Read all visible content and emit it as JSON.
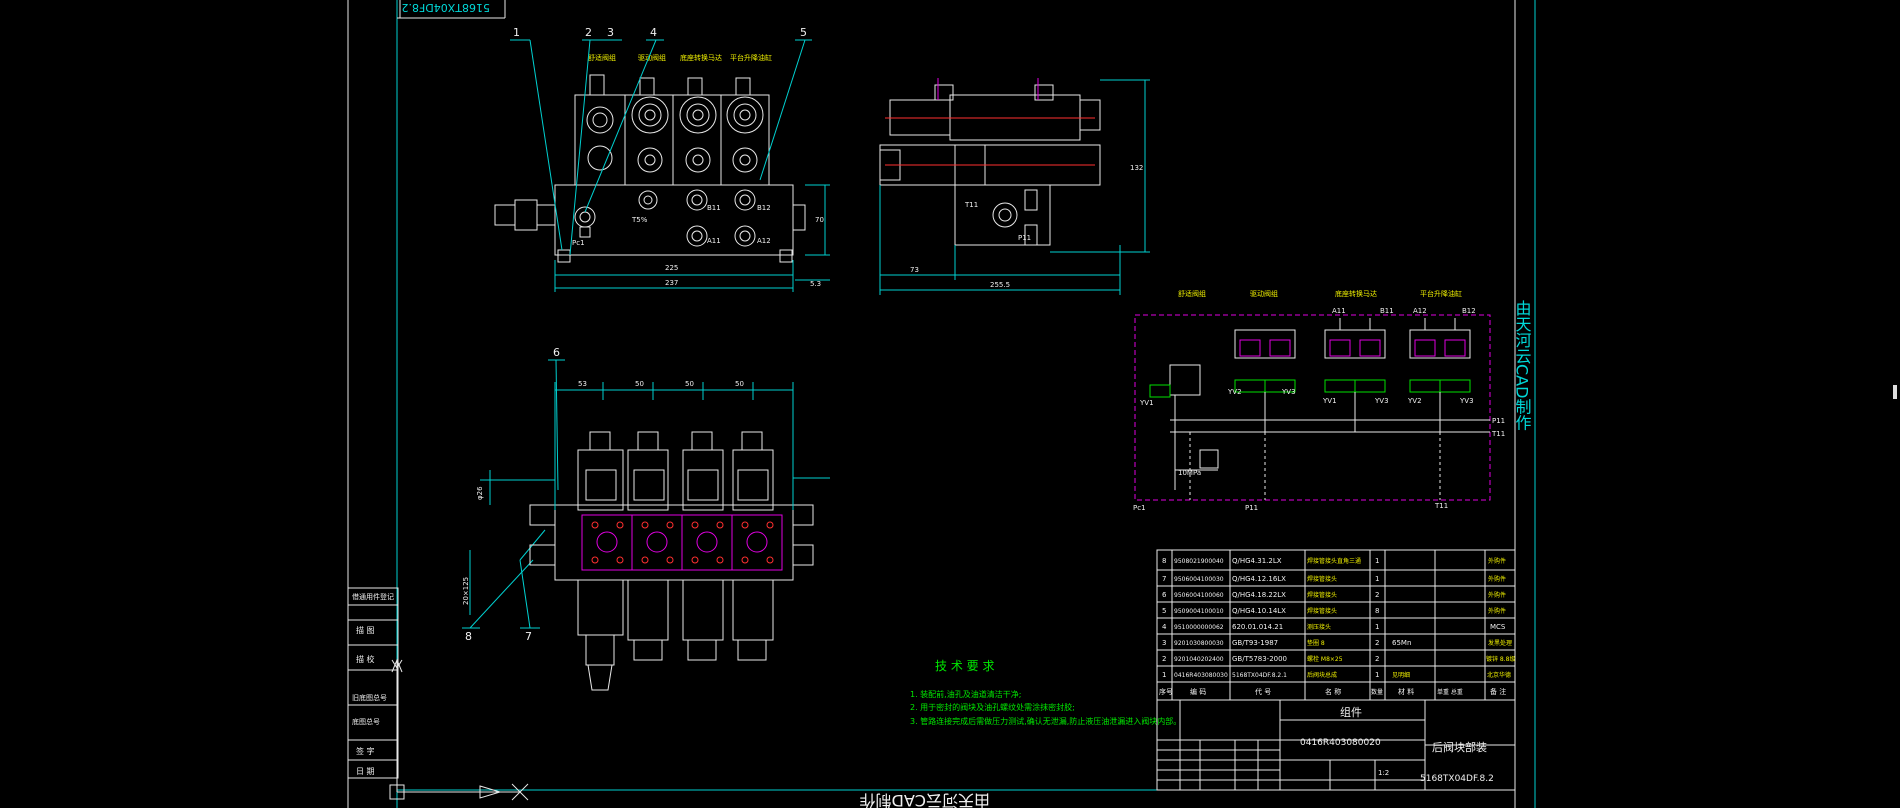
{
  "title_block": {
    "top_tab": "5168TX04DF8.2",
    "right_watermark": "由天河云CAD制作",
    "bottom_watermark": "由天河云CAD制作",
    "component": "组件",
    "drawing_name": "后阀块部装",
    "drawing_no": "5168TX04DF.8.2",
    "code": "0416R403080020",
    "scale": "1:2"
  },
  "left_stamp": {
    "rows": [
      "借通用件登记",
      "描 图",
      "描 校",
      "旧底图总号",
      "底图总号",
      "签 字",
      "日 期"
    ]
  },
  "balloons": [
    "1",
    "2",
    "3",
    "4",
    "5",
    "6",
    "7",
    "8"
  ],
  "front_view": {
    "coil_labels": [
      "舒适阀组",
      "驱动阀组",
      "底座转换马达",
      "平台升降油缸"
    ],
    "port_labels": [
      "Pc1",
      "T5%",
      "B11",
      "B12",
      "A11",
      "A12"
    ],
    "dims": [
      "225",
      "237",
      "5.3",
      "70"
    ]
  },
  "side_view": {
    "port_labels": [
      "T11",
      "P11"
    ],
    "dims": [
      "73",
      "255.5",
      "132"
    ]
  },
  "plan_view": {
    "dims": [
      "53",
      "50",
      "50",
      "50",
      "φ26",
      "20×125"
    ]
  },
  "schematic": {
    "headers": [
      "舒适阀组",
      "驱动阀组",
      "底座转换马达",
      "平台升降油缸"
    ],
    "ports_top": [
      "A11",
      "B11",
      "A12",
      "B12"
    ],
    "valves": [
      "YV1",
      "YV2",
      "YV3",
      "YV1",
      "YV3",
      "YV2",
      "YV3"
    ],
    "ports_right": [
      "P11",
      "T11"
    ],
    "ports_bottom": [
      "Pc1",
      "P11",
      "T11"
    ],
    "pressure": "10MPa"
  },
  "tech_req": {
    "title": "技 术 要 求",
    "items": [
      "1. 装配前,油孔及油道清洁干净;",
      "2. 用于密封的阀块及油孔螺纹处需涂抹密封胶;",
      "3. 管路连接完成后需做压力测试,确认无泄漏,防止液压油泄漏进入阀块内部。"
    ]
  },
  "bom": {
    "rows": [
      {
        "no": "8",
        "code": "9508021900040",
        "std": "Q/HG4.31.2LX",
        "name": "焊接管接头直角三通",
        "qty": "1",
        "note": "外购件"
      },
      {
        "no": "7",
        "code": "9506004100030",
        "std": "Q/HG4.12.16LX",
        "name": "焊接管接头",
        "qty": "1",
        "note": "外购件"
      },
      {
        "no": "6",
        "code": "9506004100060",
        "std": "Q/HG4.18.22LX",
        "name": "焊接管接头",
        "qty": "2",
        "note": "外购件"
      },
      {
        "no": "5",
        "code": "9509004100010",
        "std": "Q/HG4.10.14LX",
        "name": "焊接管接头",
        "qty": "8",
        "note": "外购件"
      },
      {
        "no": "4",
        "code": "9510000000062",
        "std": "620.01.014.21",
        "name": "测压接头",
        "qty": "1",
        "note": "MCS"
      },
      {
        "no": "3",
        "code": "9201030800030",
        "std": "GB/T93-1987",
        "name": "垫圈 8",
        "qty": "2",
        "mat": "65Mn",
        "note": "发黑处理"
      },
      {
        "no": "2",
        "code": "9201040202400",
        "std": "GB/T5783-2000",
        "name": "螺栓 M8×25",
        "qty": "2",
        "note": "镀锌 8.8级"
      },
      {
        "no": "1",
        "code": "0416R403080030",
        "std": "5168TX04DF.8.2.1",
        "name": "后阀块总成",
        "qty": "1",
        "mat": "见明细",
        "note": "北京华德"
      }
    ],
    "header": [
      "序号",
      "编 码",
      "代 号",
      "名 称",
      "数量",
      "材 料",
      "单重 总重",
      "备 注"
    ]
  }
}
